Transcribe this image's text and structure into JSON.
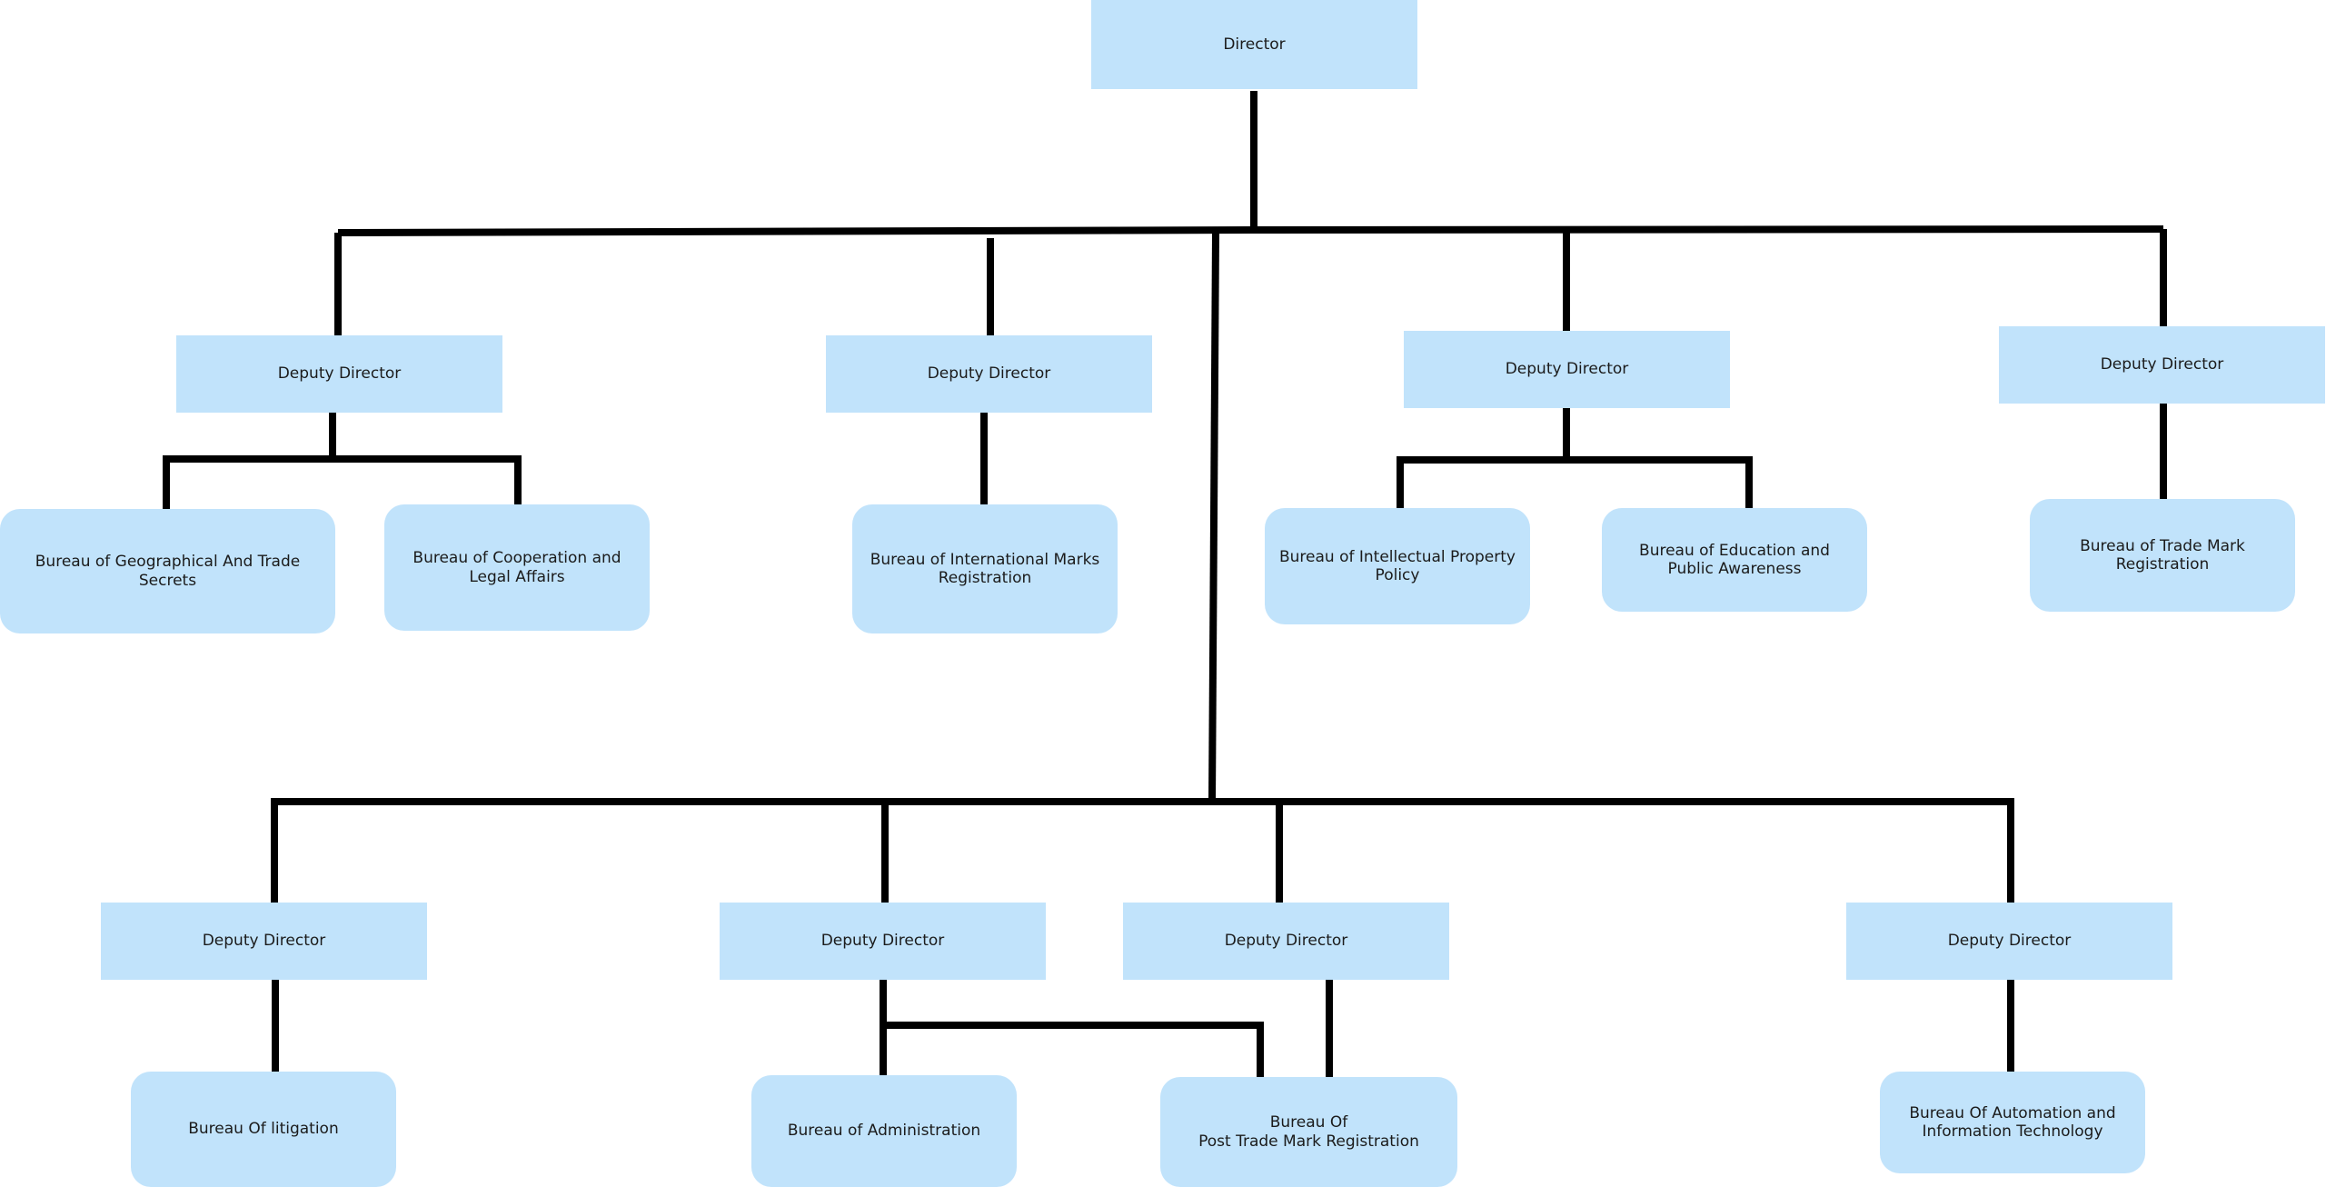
{
  "colors": {
    "box_fill": "#c1e3fb",
    "line": "#000000",
    "background": "#ffffff"
  },
  "nodes": {
    "director": "Director",
    "deputy_1": "Deputy Director",
    "deputy_2": "Deputy Director",
    "deputy_3": "Deputy Director",
    "deputy_4": "Deputy Director",
    "deputy_5": "Deputy Director",
    "deputy_6": "Deputy Director",
    "deputy_7": "Deputy Director",
    "deputy_8": "Deputy Director",
    "bureau_geographical": "Bureau of Geographical And Trade Secrets",
    "bureau_cooperation": "Bureau of Cooperation and Legal Affairs",
    "bureau_international": "Bureau of International Marks Registration",
    "bureau_ip_policy": "Bureau of Intellectual Property Policy",
    "bureau_education": "Bureau of Education and Public Awareness",
    "bureau_trade_mark": "Bureau of Trade Mark Registration",
    "bureau_litigation": "Bureau Of litigation",
    "bureau_administration": "Bureau of Administration",
    "bureau_post_trade": "Bureau Of\nPost Trade Mark Registration",
    "bureau_automation": "Bureau Of Automation and Information Technology"
  }
}
